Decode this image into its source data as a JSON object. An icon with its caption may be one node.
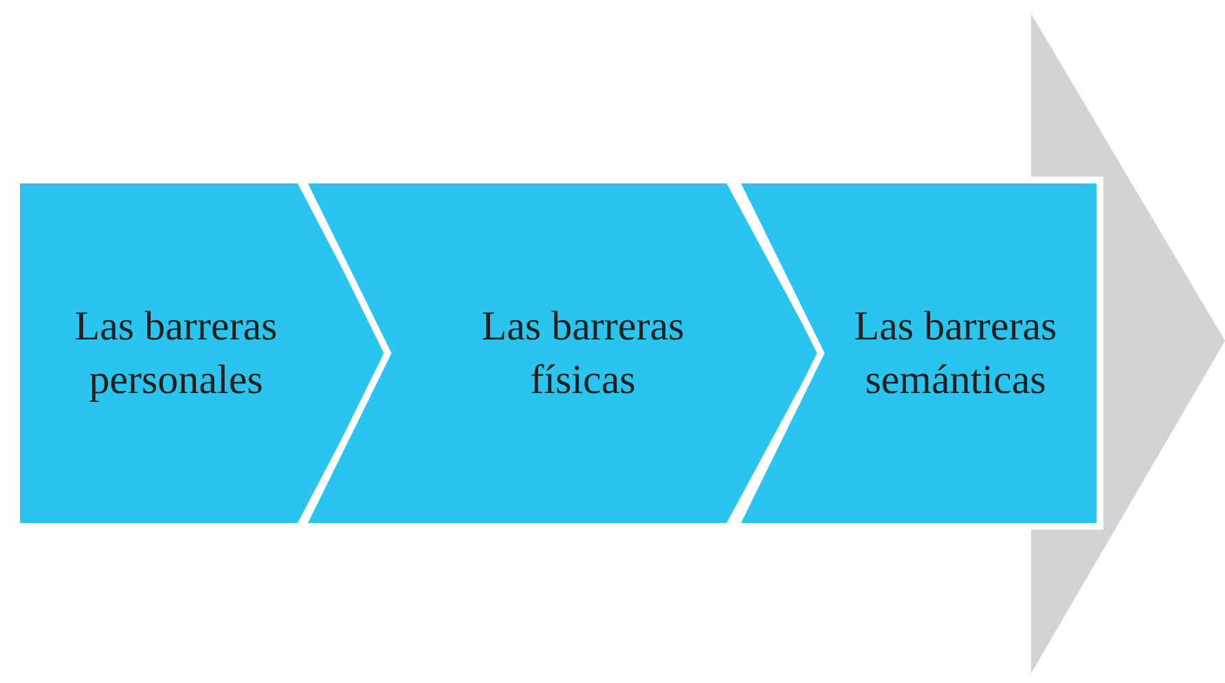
{
  "diagram": {
    "nodes": [
      {
        "text": [
          "Las barreras personales"
        ]
      },
      {
        "text": [
          "Las barreras físicas"
        ]
      },
      {
        "text": [
          "Las barreras semánticas"
        ]
      }
    ]
  }
}
